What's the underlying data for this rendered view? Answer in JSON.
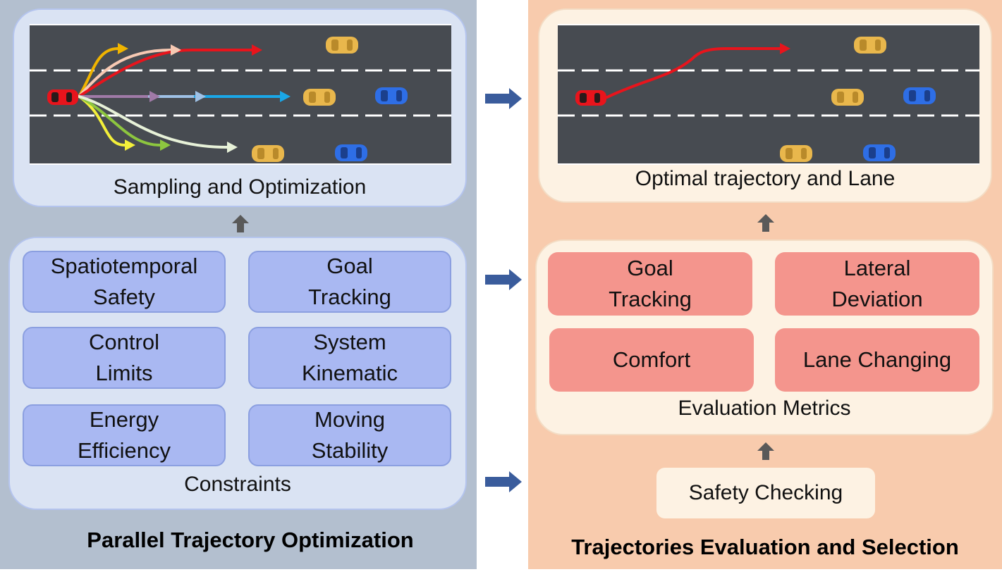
{
  "left": {
    "road_caption": "Sampling and Optimization",
    "constraints": [
      "Spatiotemporal\nSafety",
      "Goal\nTracking",
      "Control\nLimits",
      "System\nKinematic",
      "Energy\nEfficiency",
      "Moving\nStability"
    ],
    "constraints_caption": "Constraints",
    "title": "Parallel Trajectory Optimization"
  },
  "right": {
    "road_caption": "Optimal trajectory and Lane",
    "metrics": [
      "Goal\nTracking",
      "Lateral\nDeviation",
      "Comfort",
      "Lane Changing"
    ],
    "metrics_caption": "Evaluation Metrics",
    "safety": "Safety Checking",
    "title": "Trajectories Evaluation  and Selection"
  },
  "colors": {
    "left_bg": "#b3bfcf",
    "right_bg": "#f8cbad",
    "constraint_box": "#a9b8f2",
    "metric_box": "#f4958d",
    "road": "#474b51",
    "flow_arrow": "#3a5c9c",
    "ego_car": "#e8141c",
    "other_car_yellow": "#e9b74c",
    "other_car_blue": "#2e6ee6"
  }
}
